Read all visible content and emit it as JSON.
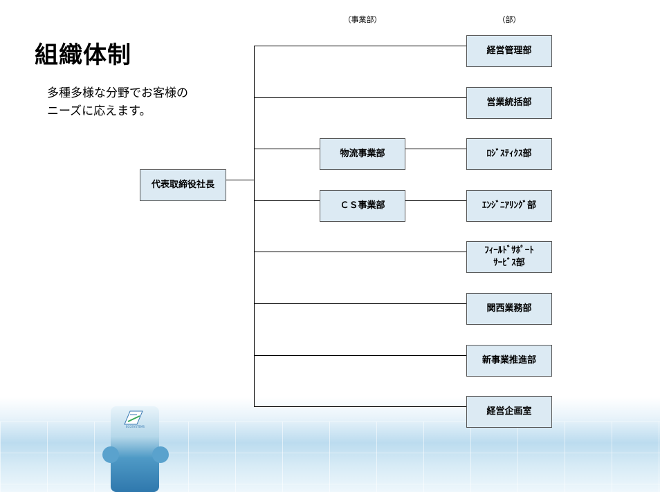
{
  "title": "組織体制",
  "description": "多種多様な分野でお客様の\nニーズに応えます。",
  "column_headers": {
    "division": "（事業部）",
    "department": "（部）"
  },
  "president": "代表取締役社長",
  "divisions": [
    "物流事業部",
    "ＣＳ事業部"
  ],
  "departments": [
    "経営管理部",
    "営業統括部",
    "ﾛｼﾞｽﾃｨｸｽ部",
    "ｴﾝｼﾞﾆｱﾘﾝｸﾞ部",
    "ﾌｨｰﾙﾄﾞｻﾎﾟｰﾄ\nｻｰﾋﾞｽ部",
    "関西業務部",
    "新事業推進部",
    "経営企画室"
  ],
  "logo_text": "ECOSYSTEMS",
  "colors": {
    "box_fill": "#dceaf3",
    "box_border": "#555555",
    "accent": "#2f78ad"
  }
}
